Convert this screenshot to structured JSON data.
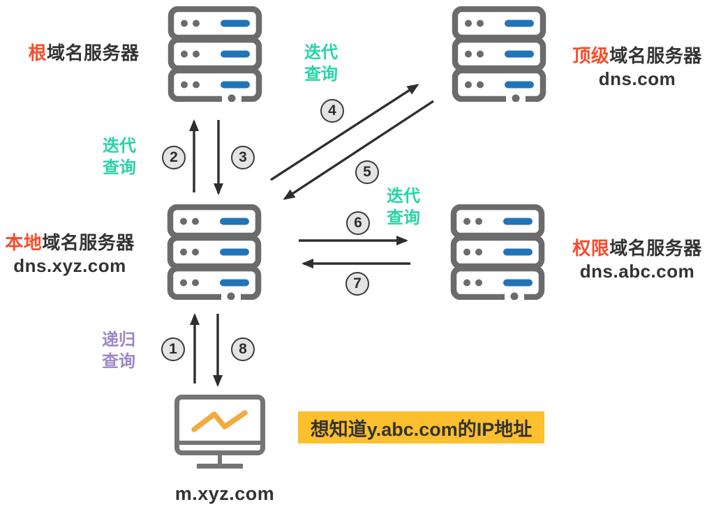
{
  "colors": {
    "accent_red": "#f74c2b",
    "iterative_teal": "#26d4a5",
    "recursive_purple": "#9c87c9",
    "banner_yellow": "#fcbf2d",
    "server_gray": "#6b6b6b",
    "server_bar_blue": "#2274b9",
    "monitor_chart_orange": "#f2ab3f",
    "arrow_dark": "#2e2e2e"
  },
  "nodes": {
    "root": {
      "highlight": "根",
      "rest": "域名服务器",
      "sub": ""
    },
    "tld": {
      "highlight": "顶级",
      "rest": "域名服务器",
      "sub": "dns.com"
    },
    "local": {
      "highlight": "本地",
      "rest": "域名服务器",
      "sub": "dns.xyz.com"
    },
    "auth": {
      "highlight": "权限",
      "rest": "域名服务器",
      "sub": "dns.abc.com"
    },
    "client": {
      "label": "m.xyz.com"
    }
  },
  "query_labels": {
    "iterative": {
      "line1": "迭代",
      "line2": "查询"
    },
    "recursive": {
      "line1": "递归",
      "line2": "查询"
    }
  },
  "steps": [
    "1",
    "2",
    "3",
    "4",
    "5",
    "6",
    "7",
    "8"
  ],
  "banner": {
    "text": "想知道y.abc.com的IP地址"
  }
}
